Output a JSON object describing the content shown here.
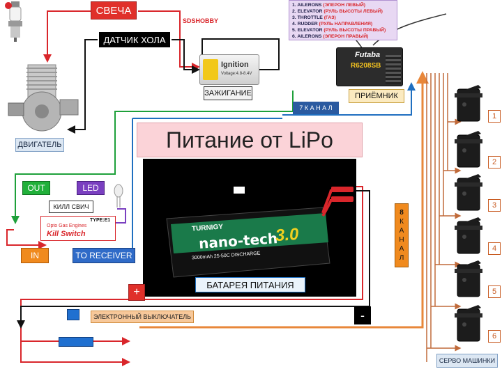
{
  "labels": {
    "spark_plug": "СВЕЧА",
    "hall_sensor": "ДАТЧИК ХОЛА",
    "ignition": "ЗАЖИГАНИЕ",
    "engine": "ДВИГАТЕЛЬ",
    "receiver": "ПРИЁМНИК",
    "channel7": "7 К А Н А Л",
    "title": "Питание от LiPo",
    "out": "OUT",
    "led": "LED",
    "kill_switch": "КИЛЛ СВИЧ",
    "in": "IN",
    "to_receiver": "TO RECEIVER",
    "battery": "БАТАРЕЯ ПИТАНИЯ",
    "plus": "+",
    "minus": "-",
    "electronic_switch": "ЭЛЕКТРОННЫЙ ВЫКЛЮЧАТЕЛЬ",
    "servos": "СЕРВО МАШИНКИ"
  },
  "channel8": [
    "8",
    "К",
    "А",
    "Н",
    "А",
    "Л"
  ],
  "channels": [
    {
      "num": "1.",
      "name": "AILERONS",
      "ru": "(ЭЛЕРОН ЛЕВЫЙ)"
    },
    {
      "num": "2.",
      "name": "ELEVATOR",
      "ru": "(РУЛЬ ВЫСОТЫ ЛЕВЫЙ)"
    },
    {
      "num": "3.",
      "name": "THROTTLE",
      "ru": "(ГАЗ)"
    },
    {
      "num": "4.",
      "name": "RUDDER",
      "ru": "(РУЛЬ НАПРАВЛЕНИЯ)"
    },
    {
      "num": "5.",
      "name": "ELEVATOR",
      "ru": "(РУЛЬ ВЫСОТЫ ПРАВЫЙ)"
    },
    {
      "num": "6.",
      "name": "AILERONS",
      "ru": "(ЭЛЕРОН ПРАВЫЙ)"
    }
  ],
  "servo_numbers": [
    "1",
    "2",
    "3",
    "4",
    "5",
    "6"
  ],
  "product_text": {
    "ignition_brand": "Ignition",
    "ignition_voltage": "Voltage:4.8-8.4V",
    "receiver_brand": "Futaba",
    "receiver_model": "R6208SB",
    "kill_brand": "Opto Gas Engines",
    "kill_name": "Kill Switch",
    "kill_type": "TYPE:E1",
    "battery_brand": "TURNIGY",
    "battery_name": "nano-tech",
    "battery_rating": "3.0",
    "battery_spec": "3000mAh 25-50C DISCHARGE",
    "sdshobby": "SDSHOBBY"
  },
  "colors": {
    "red_wire": "#d9262b",
    "black_wire": "#111111",
    "green_wire": "#1ea03a",
    "blue_wire": "#1f6fc0",
    "orange_wire": "#e8873a",
    "brown_wire": "#c06a3a",
    "purple_wire": "#7a3fc0",
    "title_bg": "#fbd3d8"
  }
}
